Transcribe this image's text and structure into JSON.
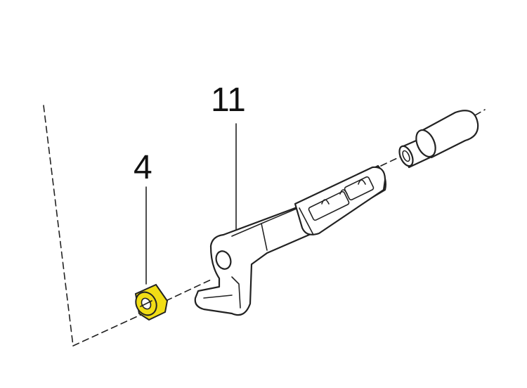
{
  "callouts": [
    {
      "label": "11"
    },
    {
      "label": "4"
    }
  ],
  "parts": [
    {
      "callout": "4",
      "icon": "nut-icon",
      "highlight_color": "#f1dd16"
    },
    {
      "callout": "11",
      "icon": "lever-arm-icon"
    }
  ]
}
